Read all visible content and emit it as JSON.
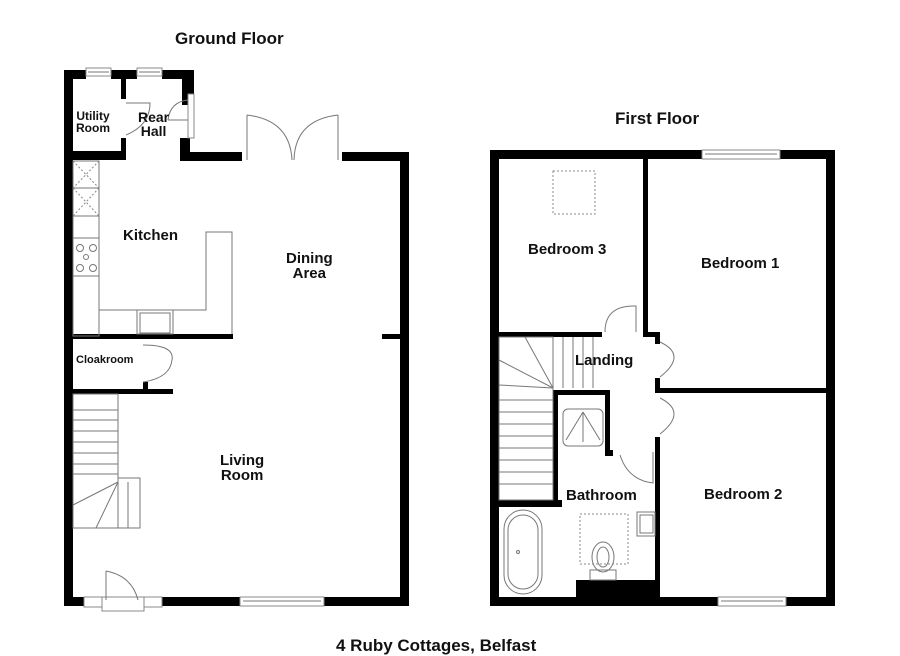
{
  "ground_floor": {
    "title": "Ground Floor",
    "rooms": [
      {
        "name": "Utility Room",
        "label": "Utility\nRoom"
      },
      {
        "name": "Rear Hall",
        "label": "Rear\nHall"
      },
      {
        "name": "Kitchen",
        "label": "Kitchen"
      },
      {
        "name": "Dining Area",
        "label": "Dining\nArea"
      },
      {
        "name": "Cloakroom",
        "label": "Cloakroom"
      },
      {
        "name": "Living Room",
        "label": "Living\nRoom"
      }
    ]
  },
  "first_floor": {
    "title": "First Floor",
    "rooms": [
      {
        "name": "Bedroom 3",
        "label": "Bedroom 3"
      },
      {
        "name": "Bedroom 1",
        "label": "Bedroom 1"
      },
      {
        "name": "Landing",
        "label": "Landing"
      },
      {
        "name": "Bathroom",
        "label": "Bathroom"
      },
      {
        "name": "Bedroom 2",
        "label": "Bedroom 2"
      }
    ]
  },
  "footer": {
    "address": "4 Ruby Cottages, Belfast"
  }
}
